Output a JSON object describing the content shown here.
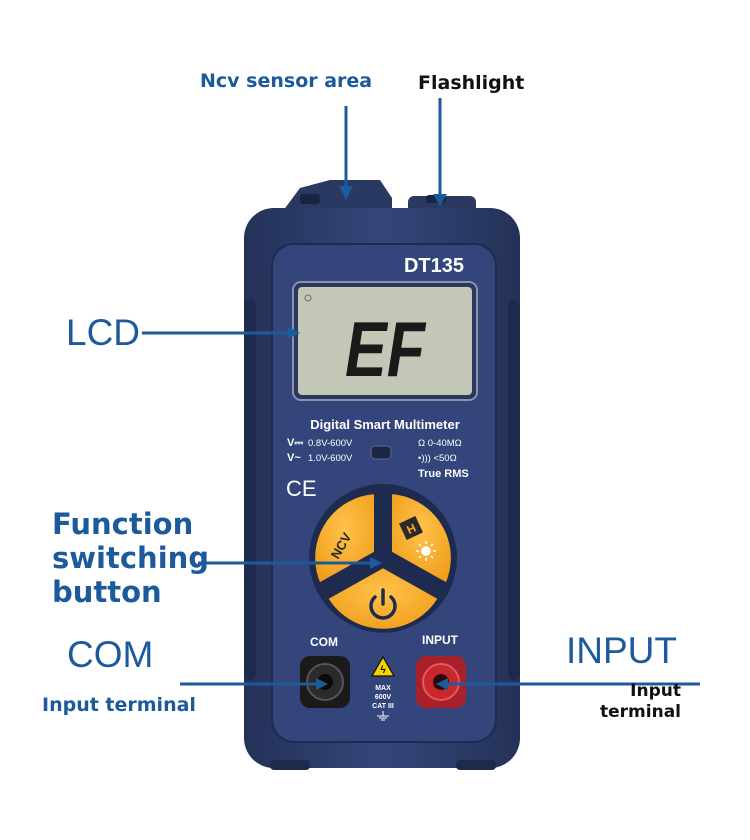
{
  "callouts": {
    "ncv": "Ncv sensor area",
    "flashlight": "Flashlight",
    "lcd": "LCD",
    "function_line1": "Function",
    "function_line2": "switching",
    "function_line3": "button",
    "com": "COM",
    "com_sub": "Input terminal",
    "input": "INPUT",
    "input_sub1": "Input",
    "input_sub2": "terminal"
  },
  "device": {
    "model": "DT135",
    "lcd_reading": "EF",
    "title": "Digital Smart Multimeter",
    "spec_dc_symbol": "V⎓",
    "spec_dc": "0.8V-600V",
    "spec_ac_symbol": "V~",
    "spec_ac": "1.0V-600V",
    "spec_ohm": "Ω 0-40MΩ",
    "spec_cont": "•))) <50Ω",
    "true_rms": "True RMS",
    "ce": "CE",
    "button_ncv": "NCV",
    "port_com": "COM",
    "port_input": "INPUT",
    "warn1": "MAX",
    "warn2": "600V",
    "warn3": "CAT III"
  },
  "colors": {
    "body": "#2e3d6b",
    "lcd": "#c3c7b5",
    "button": "#f7a823",
    "callout": "#1c5a9c",
    "input_port": "#c8282d"
  }
}
